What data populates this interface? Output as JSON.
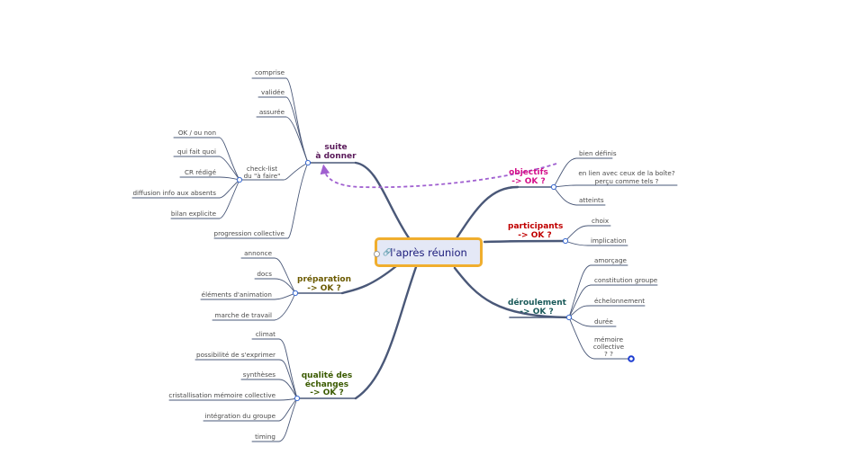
{
  "central": {
    "title": "l'après réunion",
    "link_icon": "link-icon"
  },
  "branches": {
    "suite": {
      "label": "suite\nà donner",
      "color": "#5a1a5a"
    },
    "checklist": {
      "label": "check-list\ndu \"à faire\""
    },
    "preparation": {
      "label": "préparation\n-> OK ?",
      "color": "#6b5a00"
    },
    "qualite": {
      "label": "qualité des\néchanges\n-> OK ?",
      "color": "#3a5a00"
    },
    "objectifs": {
      "label": "objectifs\n-> OK ?",
      "color": "#d4108a"
    },
    "participants": {
      "label": "participants\n-> OK ?",
      "color": "#c00000"
    },
    "deroulement": {
      "label": "déroulement\n-> OK ?",
      "color": "#1a5a5a"
    }
  },
  "leaves": {
    "suite": [
      "comprise",
      "validée",
      "assurée",
      "progression collective"
    ],
    "checklist": [
      "OK / ou non",
      "qui fait quoi",
      "CR rédigé",
      "diffusion info aux absents",
      "bilan explicite"
    ],
    "preparation": [
      "annonce",
      "docs",
      "éléments d'animation",
      "marche de travail"
    ],
    "qualite": [
      "climat",
      "possibilité de s'exprimer",
      "synthèses",
      "cristallisation mémoire collective",
      "intégration du groupe",
      "timing"
    ],
    "objectifs": [
      "bien définis",
      "en lien avec ceux de la boîte?\nperçu comme tels ?",
      "atteints"
    ],
    "participants": [
      "choix",
      "implication"
    ],
    "deroulement": [
      "amorçage",
      "constitution groupe",
      "échelonnement",
      "durée",
      "mémoire\ncollective\n? ?"
    ]
  },
  "colors": {
    "line": "#4a5878",
    "link_arrow": "#a060d0",
    "central_border": "#f0ae2e",
    "central_fill": "#e4e8f6",
    "dot": "#3a6ad0"
  }
}
